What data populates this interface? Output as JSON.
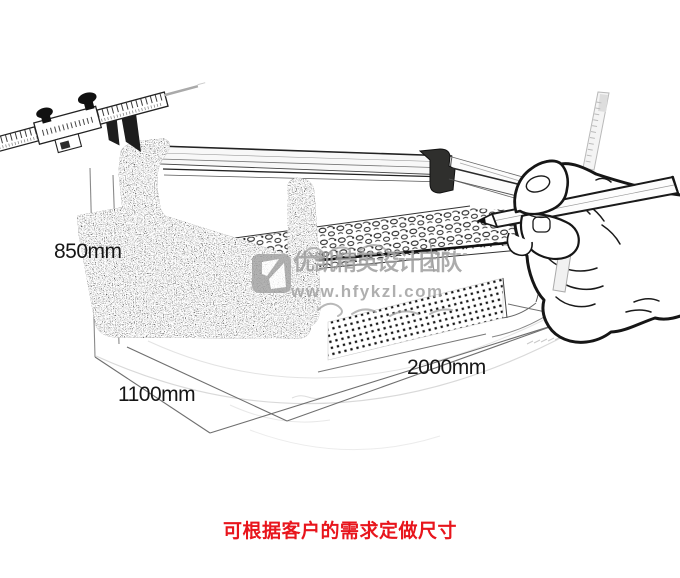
{
  "dimensions": {
    "height": "850mm",
    "depth": "1100mm",
    "width": "2000mm"
  },
  "watermark": {
    "team_name": "优凯精英设计团队",
    "website": "www.hfykzl.com",
    "color": "#9e9e9e",
    "logo_icon": "watermark-logo-icon"
  },
  "note": {
    "text": "可根据客户的需求定做尺寸",
    "color": "#e8151c"
  },
  "scene": {
    "style": "hand-drawn line sketch",
    "icons": [
      "vernier-caliper-icon",
      "hand-holding-pencil-icon",
      "pencil-icon",
      "ruler-icon",
      "display-counter-icon",
      "granite-side-panel-icon",
      "ventilation-grille-icon",
      "watermark-logo-icon"
    ]
  },
  "colors": {
    "background": "#ffffff",
    "line_art": "#1a1a1a",
    "granite_panel": "#6f6d67",
    "sketch_light": "#d9d9d9",
    "note_red": "#e8151c",
    "watermark_gray": "#9e9e9e"
  }
}
